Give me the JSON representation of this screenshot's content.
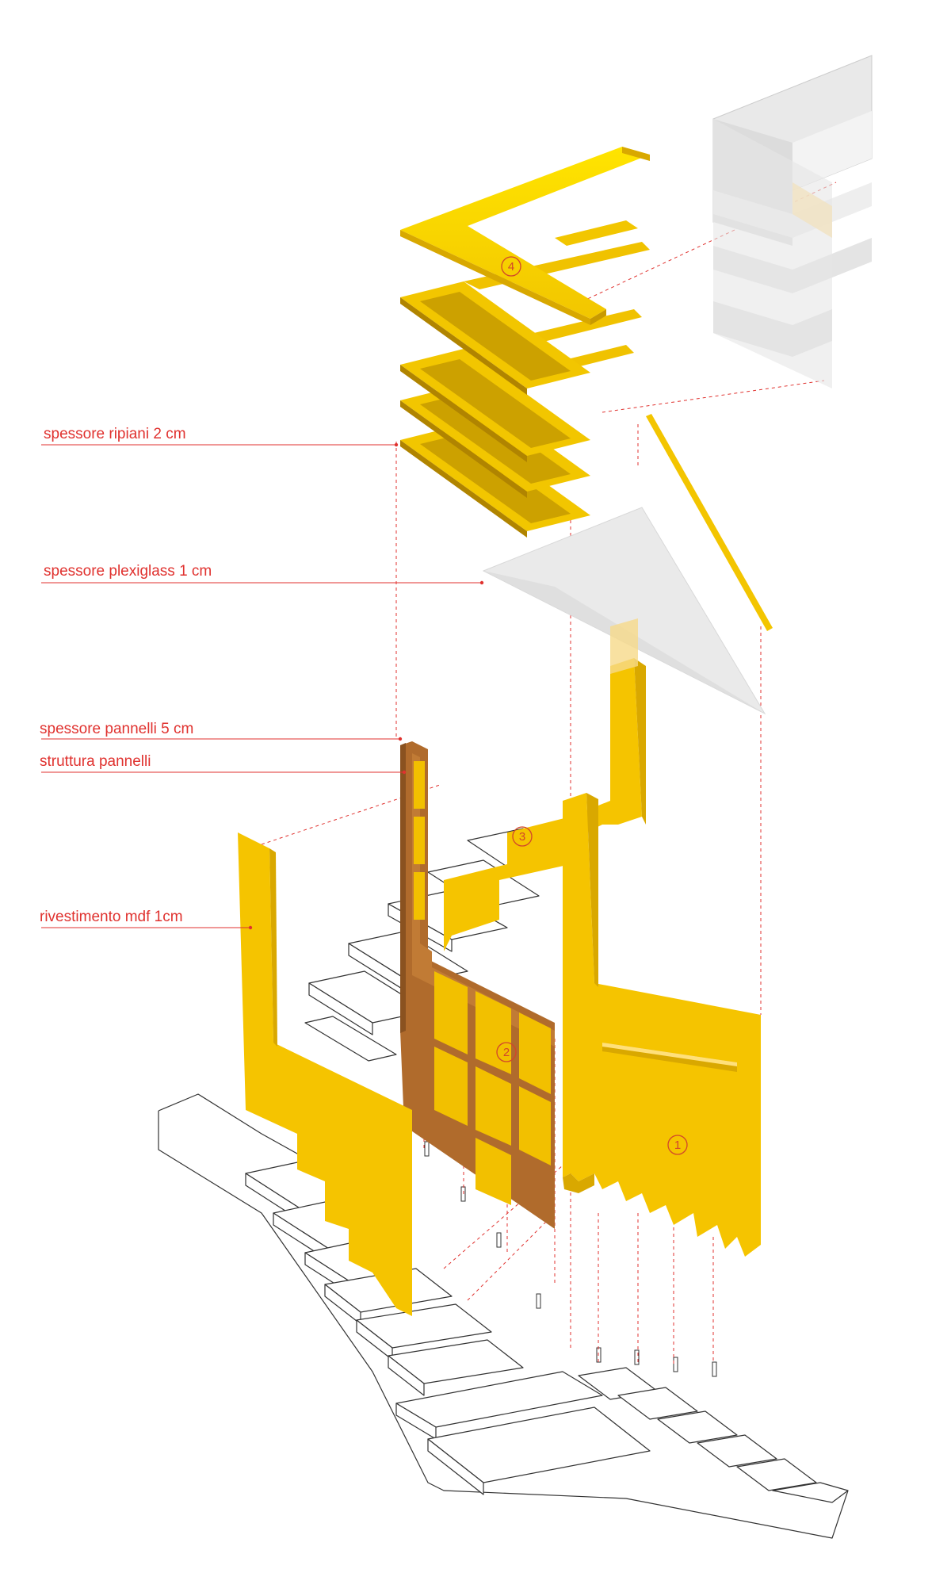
{
  "labels": {
    "shelf_thickness": "spessore ripiani 2 cm",
    "plexiglass_thickness": "spessore  plexiglass 1 cm",
    "panel_thickness": "spessore pannelli 5 cm",
    "panel_structure": "struttura pannelli",
    "mdf_cladding": "rivestimento mdf 1cm"
  },
  "markers": {
    "m1": "1",
    "m2": "2",
    "m3": "3",
    "m4": "4"
  },
  "colors": {
    "panel_yellow": "#f5c400",
    "shelf_yellow": "#ffe000",
    "shelf_shadow": "#c99a00",
    "wood": "#a0622a",
    "glass": "#e6e6e6",
    "annotation_red": "#e0322f",
    "stair_line": "#333333"
  }
}
